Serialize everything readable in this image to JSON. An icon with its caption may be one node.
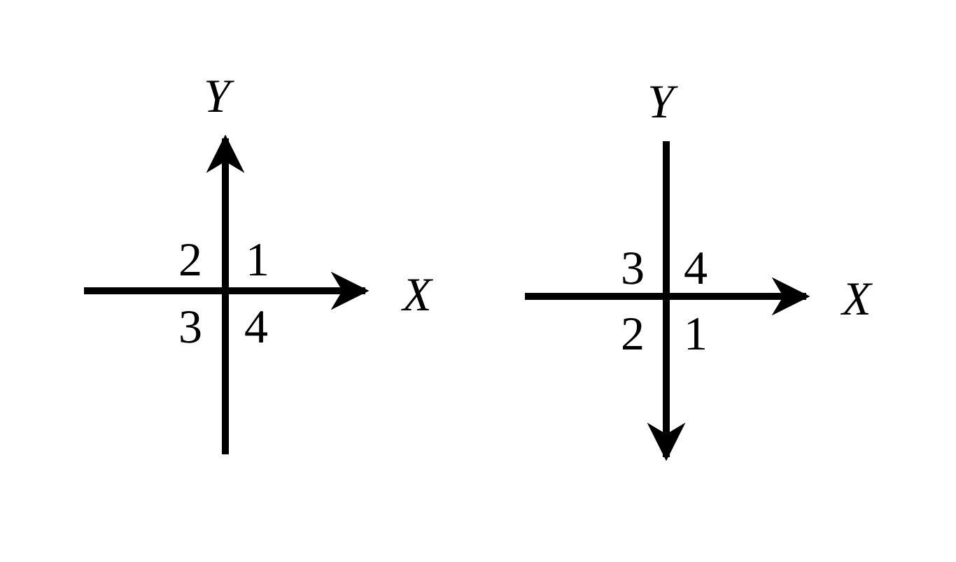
{
  "diagram": {
    "labels": [
      "Y",
      "2",
      "1",
      "X",
      "3",
      "4",
      "Y",
      "3",
      "4",
      "X",
      "2",
      "1"
    ]
  }
}
